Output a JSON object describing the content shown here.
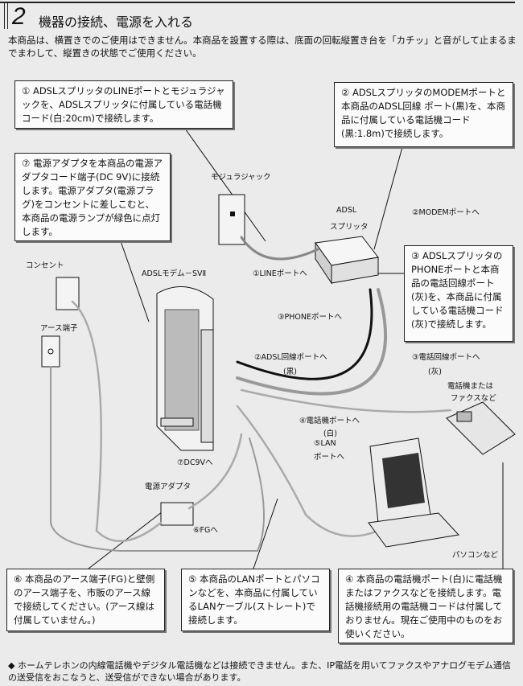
{
  "header": {
    "section_number": "2",
    "title": "機器の接続、電源を入れる"
  },
  "intro": "本商品は、横置きでのご使用はできません。本商品を設置する際は、底面の回転縦置き台を「カチッ」と音がして止まるまでまわして、縦置きの状態でご使用ください。",
  "steps": {
    "s1": "① ADSLスプリッタのLINEポートとモジュラジャックを、ADSLスプリッタに付属している電話機コード(白:20cm)で接続します。",
    "s2": "② ADSLスプリッタのMODEMポートと本商品のADSL回線 ポート(黒)を、本商品に付属している電話機コード(黒:1.8m)で接続します。",
    "s3": "③ ADSLスプリッタのPHONEポートと本商品の電話回線ポート(灰)を、本商品に付属している電話機コード(灰)で接続します。",
    "s4": "④ 本商品の電話機ポート(白)に電話機またはファクスなどを接続します。電話機接続用の電話機コードは付属しておりません。現在ご使用中のものをお使いください。",
    "s5": "⑤ 本商品のLANポートとパソコンなどを、本商品に付属しているLANケーブル(ストレート)で接続します。",
    "s6": "⑥ 本商品のアース端子(FG)と壁側のアース端子を、市販のアース線で接続してください。(アース線は付属していません。)",
    "s7": "⑦ 電源アダプタを本商品の電源アダプタコード端子(DC 9V)に接続します。電源アダプタ(電源プラグ)をコンセントに差しこむと、本商品の電源ランプが緑色に点灯します。"
  },
  "labels": {
    "modular_jack": "モジュラジャック",
    "splitter_1": "ADSL",
    "splitter_2": "スプリッタ",
    "modem_port": "②MODEMポートへ",
    "line_port": "①LINEポートへ",
    "modem_name": "ADSLモデム－SVⅡ",
    "outlet": "コンセント",
    "earth": "アース端子",
    "phone_port": "③PHONEポートへ",
    "adsl_port": "②ADSL回線ポートへ",
    "black": "(黒)",
    "tel_line_port": "③電話回線ポートへ",
    "gray": "(灰)",
    "phone_fax_1": "電話機または",
    "phone_fax_2": "ファクスなど",
    "tel_port": "④電話機ポートへ",
    "white": "(白)",
    "lan_port_1": "⑤LAN",
    "lan_port_2": "ポートへ",
    "dc9v": "⑦DC9Vへ",
    "adapter": "電源アダプタ",
    "fg": "⑥FGへ",
    "pc": "パソコンなど"
  },
  "footer_note": "◆ ホームテレホンの内線電話機やデジタル電話機などは接続できません。また、IP電話を用いてファクスやアナログモデム通信の送受信をおこなうと、送受信ができない場合があります。"
}
